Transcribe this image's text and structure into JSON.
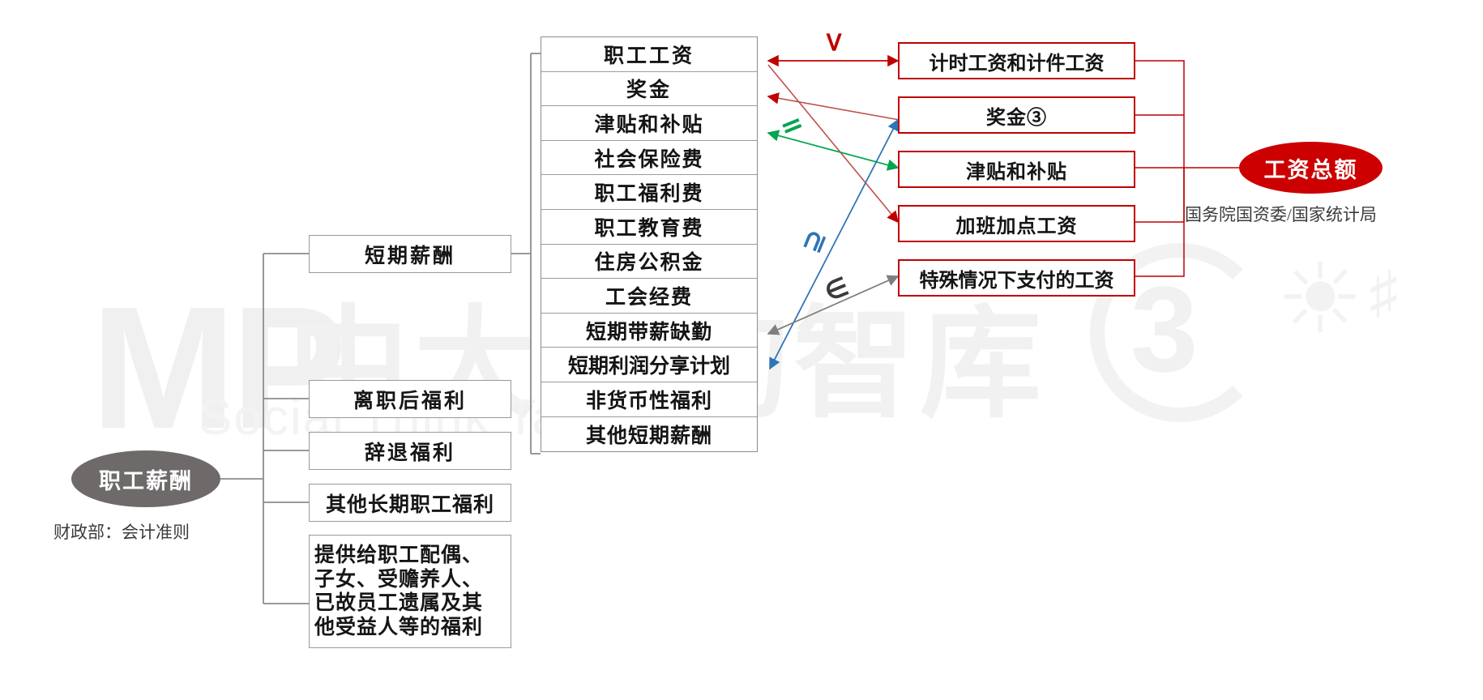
{
  "watermark": {
    "mark_latin": "MP",
    "mark_cn": "中大咨询智库",
    "mark_sub": "Social Think Tank",
    "mark_three": "3"
  },
  "root": {
    "label": "职工薪酬",
    "caption": "财政部：会计准则",
    "color": "#6e6a6a"
  },
  "categories": [
    {
      "label": "短期薪酬"
    },
    {
      "label": "离职后福利"
    },
    {
      "label": "辞退福利"
    },
    {
      "label": "其他长期职工福利"
    },
    {
      "lines": [
        "提供给职工配偶、",
        "子女、受赡养人、",
        "已故员工遗属及其",
        "他受益人等的福利"
      ]
    }
  ],
  "short_term_items": [
    "职工工资",
    "奖金",
    "津贴和补贴",
    "社会保险费",
    "职工福利费",
    "职工教育费",
    "住房公积金",
    "工会经费",
    "短期带薪缺勤",
    "短期利润分享计划",
    "非货币性福利",
    "其他短期薪酬"
  ],
  "wage_total": {
    "label": "工资总额",
    "caption": "国务院国资委/国家统计局",
    "color": "#cc0000",
    "items": [
      "计时工资和计件工资",
      "奖金③",
      "津贴和补贴",
      "加班加点工资",
      "特殊情况下支付的工资"
    ]
  },
  "relation_symbols": [
    {
      "glyph": ">",
      "color": "#c00000"
    },
    {
      "glyph": "=",
      "color": "#00a550"
    },
    {
      "glyph": "⊇",
      "color": "#2e75b6"
    },
    {
      "glyph": "∈",
      "color": "#3a3a3a"
    }
  ]
}
